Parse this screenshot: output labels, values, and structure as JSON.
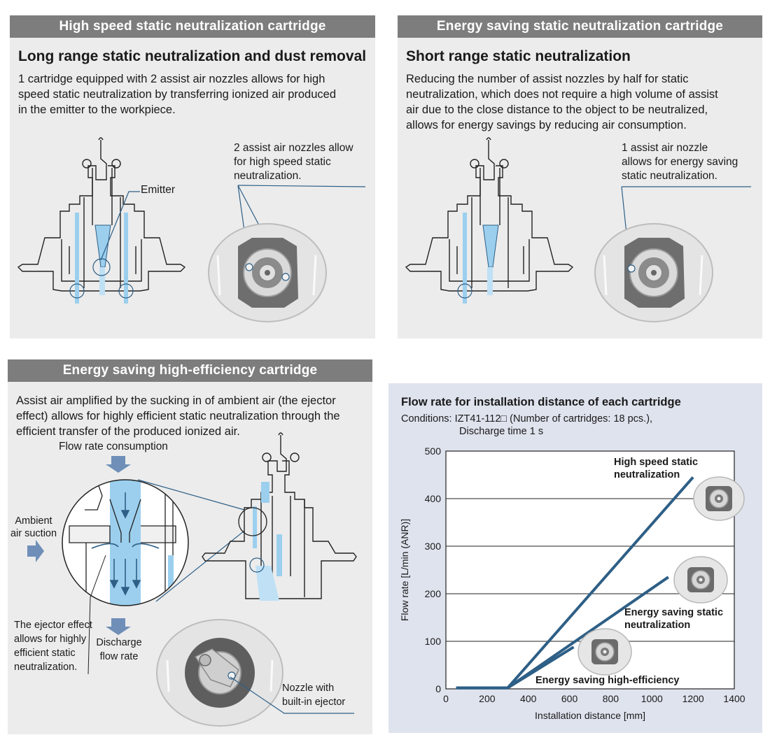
{
  "panels": {
    "high_speed": {
      "header": "High speed static neutralization cartridge",
      "subtitle": "Long range static neutralization and dust removal",
      "description": [
        "1 cartridge equipped with 2 assist air nozzles allows for high",
        "speed static neutralization by transferring ionized air produced",
        "in the emitter to the workpiece."
      ],
      "label_emitter": "Emitter",
      "label_nozzles": [
        "2 assist air nozzles allow",
        "for high speed static",
        "neutralization."
      ]
    },
    "energy_static": {
      "header": "Energy saving static neutralization cartridge",
      "subtitle": "Short range static neutralization",
      "description": [
        "Reducing the number of assist nozzles by half for static",
        "neutralization, which does not require a high volume of assist",
        "air due to the close distance to the object to be neutralized,",
        "allows for energy savings by reducing air consumption."
      ],
      "label_nozzle": [
        "1 assist air nozzle",
        "allows for energy saving",
        "static neutralization."
      ]
    },
    "high_eff": {
      "header": "Energy saving high-efficiency cartridge",
      "description": [
        "Assist air amplified by the sucking in of ambient air (the ejector",
        "effect) allows for highly efficient static neutralization through the",
        "efficient transfer of the produced ionized air."
      ],
      "label_flow_consumption": "Flow rate consumption",
      "label_ambient": [
        "Ambient",
        "air suction"
      ],
      "label_ejector_effect": [
        "The ejector effect",
        "allows for highly",
        "efficient static",
        "neutralization."
      ],
      "label_discharge": [
        "Discharge",
        "flow rate"
      ],
      "label_nozzle_ejector": [
        "Nozzle with",
        "built-in ejector"
      ]
    }
  },
  "chart": {
    "title": "Flow rate for installation distance of each cartridge",
    "conditions_line1": "Conditions: IZT41-112□ (Number of cartridges: 18 pcs.),",
    "conditions_line2": "Discharge time 1 s"
  },
  "chart_data": {
    "type": "line",
    "xlabel": "Installation distance [mm]",
    "ylabel": "Flow rate [L/min (ANR)]",
    "xlim": [
      0,
      1400
    ],
    "ylim": [
      0,
      500
    ],
    "xticks": [
      0,
      200,
      400,
      600,
      800,
      1000,
      1200,
      1400
    ],
    "yticks": [
      0,
      100,
      200,
      300,
      400,
      500
    ],
    "grid": "horizontal",
    "line_color": "#2e5f86",
    "series": [
      {
        "name_lines": [
          "High speed static",
          "neutralization"
        ],
        "x": [
          50,
          300,
          1200
        ],
        "y": [
          2,
          2,
          445
        ]
      },
      {
        "name_lines": [
          "Energy saving static",
          "neutralization"
        ],
        "x": [
          50,
          300,
          1080
        ],
        "y": [
          2,
          2,
          235
        ]
      },
      {
        "name_lines": [
          "Energy saving high-efficiency"
        ],
        "x": [
          50,
          300,
          620
        ],
        "y": [
          2,
          2,
          88
        ]
      }
    ]
  },
  "colors": {
    "header_bg": "#7d7d7d",
    "panel_bg": "#ececec",
    "chart_bg": "#dfe3ee",
    "accent_blue": "#2e5f86",
    "air_blue": "#9ccfee"
  }
}
